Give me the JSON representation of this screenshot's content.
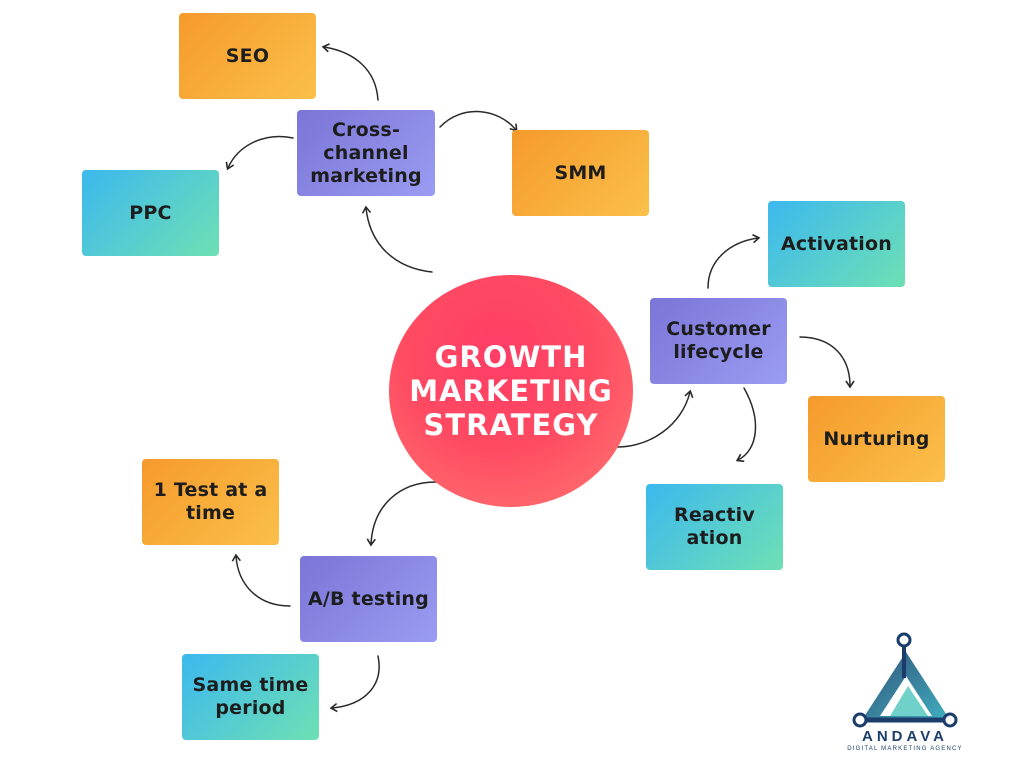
{
  "center": {
    "line1": "GROWTH",
    "line2": "MARKETING",
    "line3": "STRATEGY"
  },
  "nodes": {
    "cross_channel": {
      "lines": [
        "Cross-",
        "channel",
        "marketing"
      ]
    },
    "seo": "SEO",
    "smm": "SMM",
    "ppc": "PPC",
    "customer_lifecycle": {
      "lines": [
        "Customer",
        "lifecycle"
      ]
    },
    "activation": "Activation",
    "nurturing": "Nurturing",
    "reactivation": {
      "lines": [
        "Reactiv",
        "ation"
      ]
    },
    "ab_testing": "A/B testing",
    "one_test": {
      "lines": [
        "1 Test at a",
        "time"
      ]
    },
    "same_time": {
      "lines": [
        "Same time",
        "period"
      ]
    }
  },
  "logo": {
    "name": "ANDAVA",
    "tagline": "DIGITAL MARKETING AGENCY"
  },
  "colors": {
    "orange": "#f7a735",
    "teal": "#4cc8e0",
    "purple": "#8a87e6",
    "center": "#ff4a64",
    "arrow": "#2a2a2a"
  }
}
